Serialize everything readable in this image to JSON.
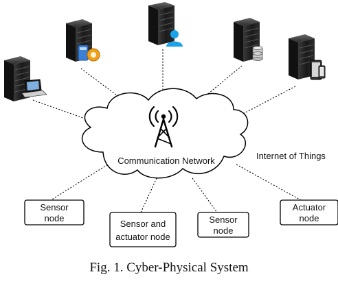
{
  "network": {
    "label": "Communication Network",
    "side_label": "Internet of Things",
    "icon": "radio-tower-icon"
  },
  "servers": [
    {
      "name": "server-laptop",
      "attachment": "laptop-icon"
    },
    {
      "name": "server-app",
      "attachment": "application-icon"
    },
    {
      "name": "server-user",
      "attachment": "user-icon"
    },
    {
      "name": "server-database",
      "attachment": "database-icon"
    },
    {
      "name": "server-devices",
      "attachment": "devices-icon"
    }
  ],
  "nodes": [
    {
      "line1": "Sensor",
      "line2": "node"
    },
    {
      "line1": "Sensor and",
      "line2": "actuator node"
    },
    {
      "line1": "Sensor",
      "line2": "node"
    },
    {
      "line1": "Actuator",
      "line2": "node"
    }
  ],
  "caption": "Fig. 1.  Cyber-Physical System",
  "colors": {
    "server_body": "#1e1e1e",
    "server_highlight": "#5a5a5a",
    "user_icon": "#1aa3e8",
    "line": "#000000"
  }
}
